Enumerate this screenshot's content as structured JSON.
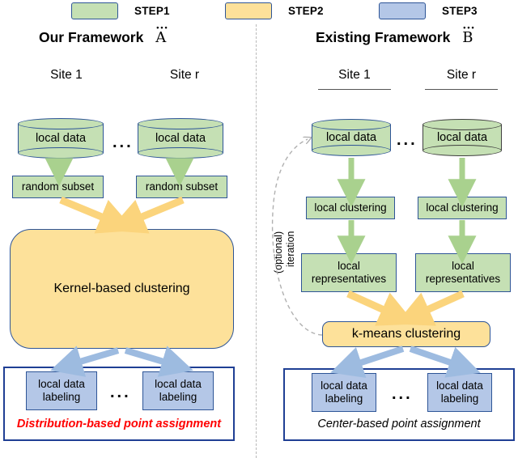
{
  "legend": {
    "items": [
      {
        "label": "STEP1",
        "color": "#c5e0b4"
      },
      {
        "label": "STEP2",
        "color": "#fde19a"
      },
      {
        "label": "STEP3",
        "color": "#b4c7e7"
      }
    ]
  },
  "left": {
    "title": "Our Framework",
    "title_symbol": "A",
    "sites": [
      {
        "label": "Site 1"
      },
      {
        "label": "Site r"
      }
    ],
    "ellipsis": "...",
    "data_nodes": [
      {
        "label": "local data"
      },
      {
        "label": "local data"
      }
    ],
    "subset_nodes": [
      {
        "label": "random subset"
      },
      {
        "label": "random subset"
      }
    ],
    "central": {
      "label": "Kernel-based clustering"
    },
    "labeling_nodes": [
      {
        "label": "local data labeling"
      },
      {
        "label": "local data labeling"
      }
    ],
    "caption": "Distribution-based point assignment",
    "caption_color": "#ff0000"
  },
  "right": {
    "title": "Existing Framework",
    "title_symbol": "B",
    "sites": [
      {
        "label": "Site 1"
      },
      {
        "label": "Site r"
      }
    ],
    "ellipsis": "...",
    "data_nodes": [
      {
        "label": "local data"
      },
      {
        "label": "local data"
      }
    ],
    "clustering_nodes": [
      {
        "label": "local clustering"
      },
      {
        "label": "local clustering"
      }
    ],
    "representative_nodes": [
      {
        "label": "local representatives"
      },
      {
        "label": "local representatives"
      }
    ],
    "central": {
      "label": "k-means clustering"
    },
    "labeling_nodes": [
      {
        "label": "local data labeling"
      },
      {
        "label": "local data labeling"
      }
    ],
    "caption": "Center-based point assignment",
    "caption_color": "#000000",
    "iteration_label_line1": "iteration",
    "iteration_label_line2": "(optional)"
  },
  "colors": {
    "green": "#c5e0b4",
    "yellow": "#fde19a",
    "blue": "#b4c7e7",
    "border_blue": "#2e5597",
    "arrow_green": "#a9d18e",
    "arrow_yellow": "#fbd47c",
    "arrow_blue": "#9dbbe0",
    "accent_red": "#ff0000"
  }
}
